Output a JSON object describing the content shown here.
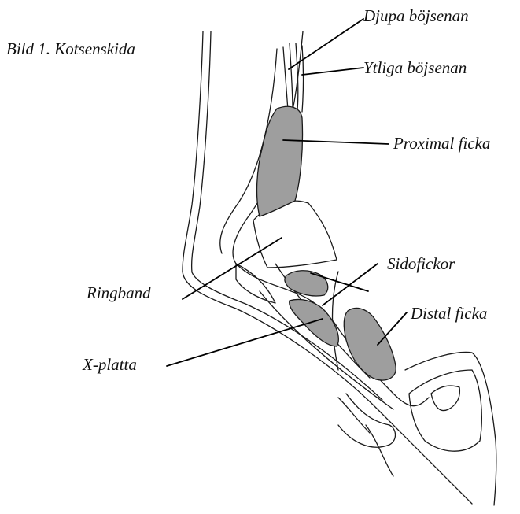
{
  "figure": {
    "title": "Bild 1. Kotsenskida",
    "labels": {
      "djupa_bojsenan": "Djupa böjsenan",
      "ytliga_bojsenan": "Ytliga böjsenan",
      "proximal_ficka": "Proximal ficka",
      "sidofickor": "Sidofickor",
      "ringband": "Ringband",
      "distal_ficka": "Distal ficka",
      "x_platta": "X-platta"
    }
  },
  "colors": {
    "line": "#1a1a1a",
    "pocket_fill": "#9e9e9e",
    "background": "#ffffff"
  }
}
